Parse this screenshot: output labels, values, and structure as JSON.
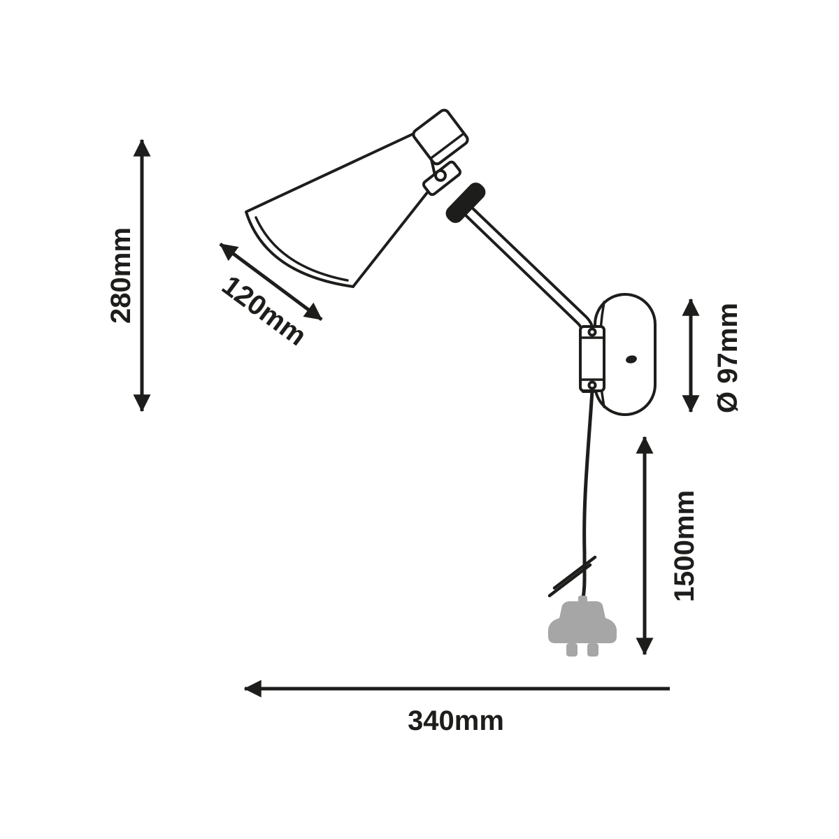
{
  "drawing": {
    "colors": {
      "line": "#1d1d1b",
      "plug": "#a6a6a6",
      "background": "#ffffff"
    },
    "dimensions": {
      "height": "280mm",
      "shade_length": "120mm",
      "plate_diameter": "Ø 97mm",
      "cable_length": "1500mm",
      "width": "340mm"
    }
  }
}
